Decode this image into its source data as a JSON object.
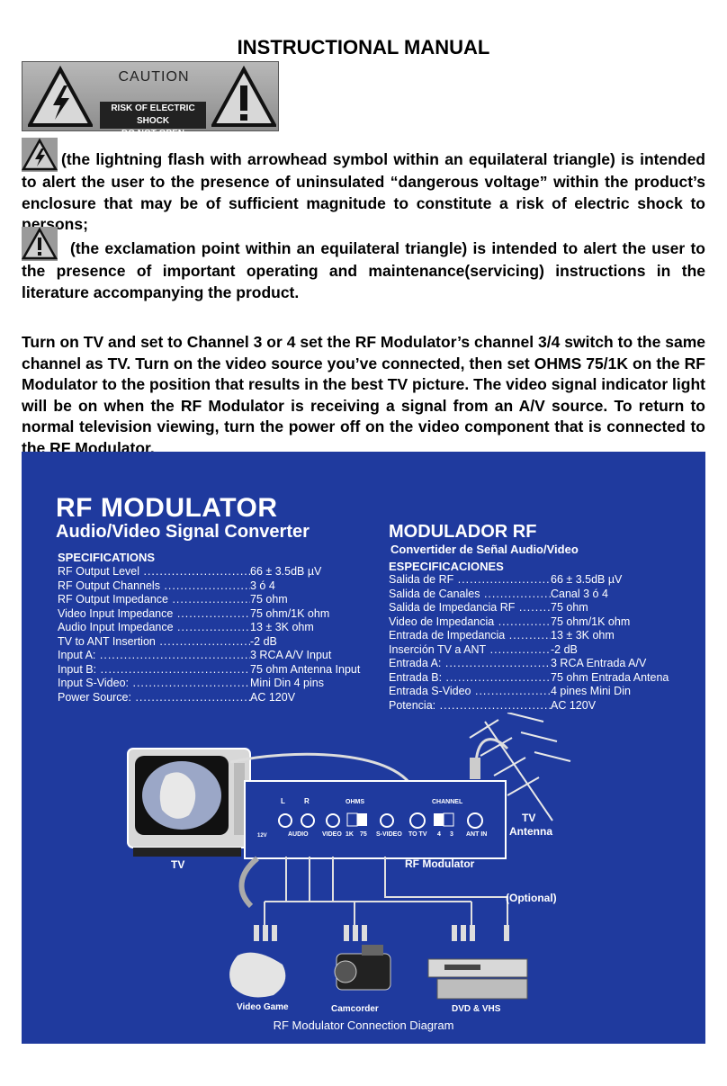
{
  "title": "INSTRUCTIONAL MANUAL",
  "caution": {
    "word": "CAUTION",
    "line1": "RISK OF ELECTRIC SHOCK",
    "line2": "DO  NOT OPEN"
  },
  "paragraphs": {
    "lightning": "(the lightning flash with arrowhead symbol within an equilateral triangle) is intended to alert the user to the presence of uninsulated “dangerous voltage” within the product’s enclosure that may be of sufficient magnitude to constitute a risk of electric shock to persons;",
    "exclamation": "(the exclamation point within an equilateral triangle) is intended to alert the user to the presence of important operating and maintenance(servicing) instructions in the literature accompanying the product.",
    "instructions": "Turn on TV and set to Channel 3 or 4 set the RF Modulator’s channel 3/4 switch to the same channel as TV. Turn on the video source you’ve connected, then set OHMS 75/1K on the RF Modulator to the position that results in the best TV picture. The video signal indicator light will be on when the RF Modulator is receiving a signal from an A/V source. To return to normal television viewing, turn the power off on the video component that is connected to the RF Modulator."
  },
  "diagram": {
    "title": "RF MODULATOR",
    "subtitle": "Audio/Video Signal Converter",
    "es_title": "MODULADOR RF",
    "es_subtitle": "Convertider  de Señal Audio/Video",
    "specs_heading": "SPECIFICATIONS",
    "es_specs_heading": "ESPECIFICACIONES",
    "specs": [
      {
        "label": "RF Output Level",
        "value": "66 ± 3.5dB µV"
      },
      {
        "label": "RF Output Channels",
        "value": "3 ó 4"
      },
      {
        "label": "RF Output Impedance",
        "value": "75 ohm"
      },
      {
        "label": "Video Input Impedance",
        "value": "75 ohm/1K ohm"
      },
      {
        "label": "Audio Input Impedance",
        "value": "13 ± 3K ohm"
      },
      {
        "label": "TV to  ANT Insertion",
        "value": "-2 dB"
      },
      {
        "label": "Input A:",
        "value": "3 RCA  A/V Input"
      },
      {
        "label": "Input B:",
        "value": "75 ohm Antenna Input"
      },
      {
        "label": "Input S-Video:",
        "value": "Mini Din 4 pins"
      },
      {
        "label": "Power Source:",
        "value": "AC 120V"
      }
    ],
    "es_specs": [
      {
        "label": "Salida de  RF",
        "value": "66 ± 3.5dB µV"
      },
      {
        "label": "Salida de Canales",
        "value": "Canal 3 ó 4"
      },
      {
        "label": "Salida de Impedancia RF",
        "value": "75 ohm"
      },
      {
        "label": "Video de Impedancia",
        "value": "75 ohm/1K ohm"
      },
      {
        "label": "Entrada de Impedancia",
        "value": "13 ± 3K ohm"
      },
      {
        "label": "Inserción TV a  ANT",
        "value": "-2 dB"
      },
      {
        "label": "Entrada A:",
        "value": "3 RCA Entrada A/V"
      },
      {
        "label": "Entrada B:",
        "value": "75 ohm Entrada Antena"
      },
      {
        "label": "Entrada S-Video",
        "value": "4 pines Mini Din"
      },
      {
        "label": "Potencia:",
        "value": "AC 120V"
      }
    ],
    "labels": {
      "tv": "TV",
      "tv_antenna_1": "TV",
      "tv_antenna_2": "Antenna",
      "rf_modulator": "RF Modulator",
      "optional": "(Optional)",
      "video_game": "Video Game",
      "camcorder": "Camcorder",
      "dvd_vhs": "DVD & VHS",
      "caption": "RF Modulator Connection Diagram",
      "port_l": "L",
      "port_r": "R",
      "ohms": "OHMS",
      "channel": "CHANNEL",
      "audio": "AUDIO",
      "video": "VIDEO",
      "ohm_1k": "1K",
      "ohm_75": "75",
      "svideo": "S-VIDEO",
      "to_tv": "TO TV",
      "ch_4": "4",
      "ch_3": "3",
      "ant_in": "ANT IN",
      "volt": "12V"
    }
  },
  "colors": {
    "diagram_bg": "#1f3a9e",
    "caution_bg": "#9a9a9a"
  }
}
